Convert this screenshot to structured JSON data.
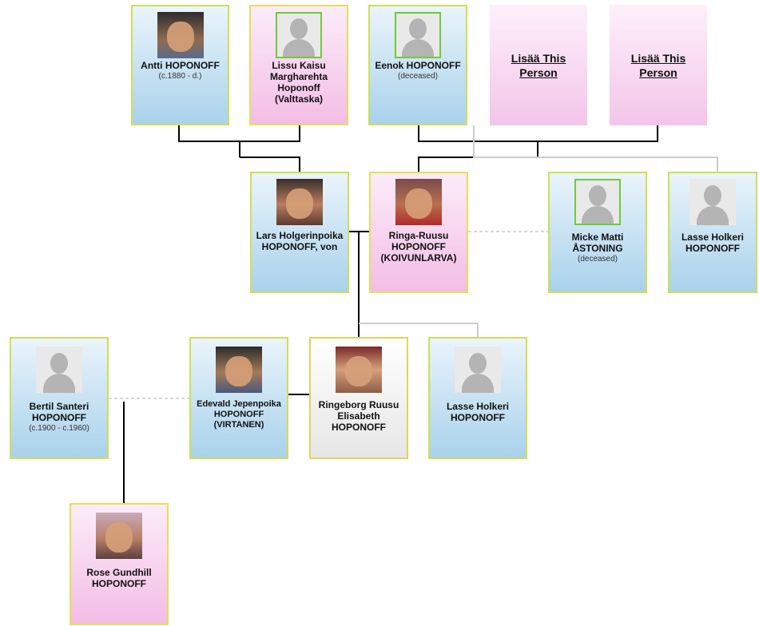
{
  "people": {
    "antti": {
      "name": "Antti HOPONOFF",
      "dates": "(c.1880 - d.)"
    },
    "lissu": {
      "name": "Lissu Kaisu Margharehta Hoponoff (Valttaska)"
    },
    "eenok": {
      "name": "Eenok HOPONOFF",
      "dates": "(deceased)"
    },
    "add1": {
      "label": "Lisää This Person"
    },
    "add2": {
      "label": "Lisää This Person"
    },
    "lars": {
      "name": "Lars Holgerinpoika HOPONOFF, von"
    },
    "ringa": {
      "name": "Ringa-Ruusu HOPONOFF (KOIVUNLARVA)"
    },
    "micke": {
      "name": "Micke Matti ÅSTONING",
      "dates": "(deceased)"
    },
    "lasse1": {
      "name": "Lasse Holkeri HOPONOFF"
    },
    "bertil": {
      "name": "Bertil Santeri HOPONOFF",
      "dates": "(c.1900 - c.1960)"
    },
    "edevald": {
      "name": "Edevald Jepenpoika HOPONOFF (VIRTANEN)"
    },
    "ringeborg": {
      "name": "Ringeborg Ruusu Elisabeth HOPONOFF"
    },
    "lasse2": {
      "name": "Lasse Holkeri HOPONOFF"
    },
    "rose": {
      "name": "Rose Gundhill HOPONOFF"
    }
  },
  "colors": {
    "male_card": "#b5d9ee",
    "female_card": "#f5c6ea",
    "card_border": "#e6dc4a",
    "primary_line": "#000000",
    "secondary_line": "#c8c8c8",
    "dashed_line": "#c8c8c8"
  }
}
